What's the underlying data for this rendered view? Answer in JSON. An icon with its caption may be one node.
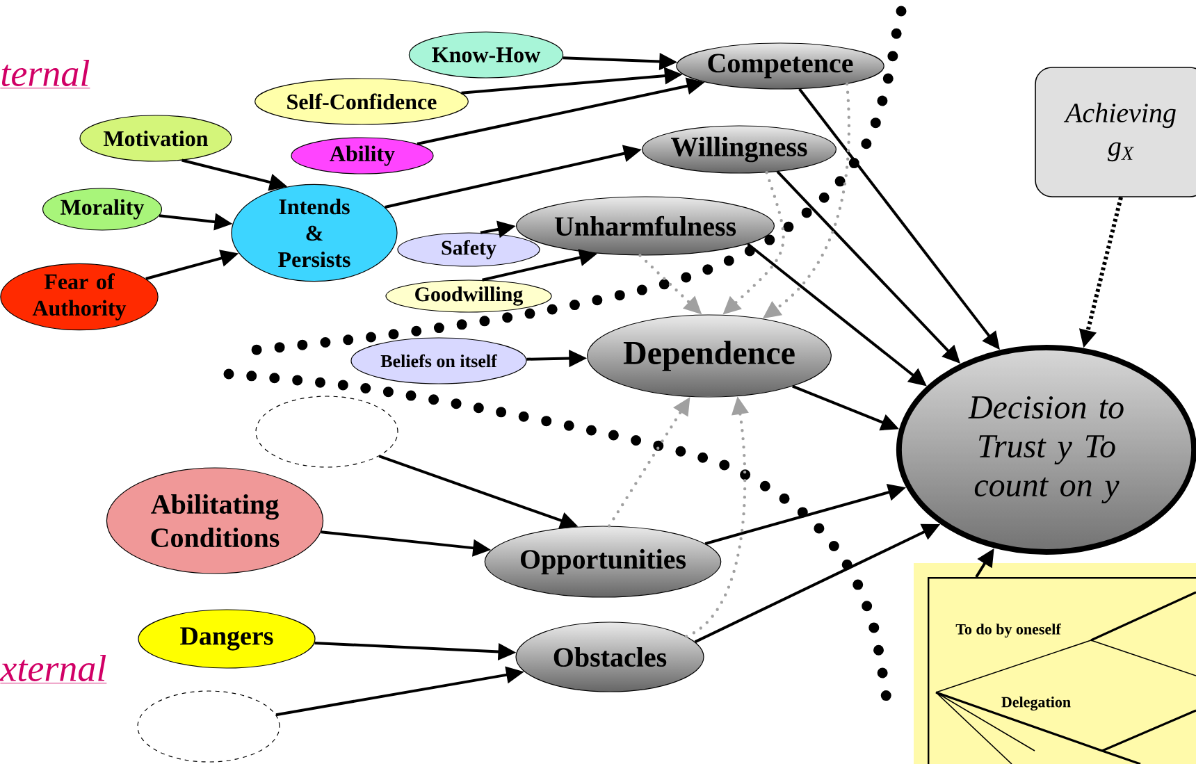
{
  "diagram": {
    "nodes": [
      {
        "text": [
          "Know-How"
        ]
      },
      {
        "text": [
          "Self-Confidence"
        ]
      },
      {
        "text": [
          "Competence"
        ]
      },
      {
        "text": [
          "Motivation"
        ]
      },
      {
        "text": [
          "Ability"
        ]
      },
      {
        "text": [
          "Willingness"
        ]
      },
      {
        "text": [
          "Morality"
        ]
      },
      {
        "text": [
          "Intends & Persists"
        ]
      },
      {
        "text": [
          "Safety"
        ]
      },
      {
        "text": [
          "Unharmfulness"
        ]
      },
      {
        "text": [
          "Fear of Authority"
        ]
      },
      {
        "text": [
          "Goodwilling"
        ]
      },
      {
        "text": [
          "Beliefs on itself"
        ]
      },
      {
        "text": [
          "Dependence"
        ]
      },
      {
        "text": [
          "Decision to Trust y To count on y"
        ]
      },
      {
        "text": [
          "Achieving g$_{X}$"
        ]
      },
      {
        "text": [],
        "shape": "ellipse"
      },
      {
        "text": [
          "Abilitating Conditions"
        ]
      },
      {
        "text": [
          "Opportunities"
        ]
      },
      {
        "text": [
          "Dangers"
        ]
      },
      {
        "text": [
          "Obstacles"
        ]
      },
      {
        "text": [],
        "shape": "ellipse"
      },
      {
        "text": [
          "To do by oneself",
          "Delegation"
        ]
      }
    ],
    "edges": [
      {
        "from": 0,
        "to": 2,
        "arrow": "to"
      },
      {
        "from": 1,
        "to": 2,
        "arrow": "to"
      },
      {
        "from": 4,
        "to": 2,
        "arrow": "to"
      },
      {
        "from": 3,
        "to": 7,
        "arrow": "to"
      },
      {
        "from": 6,
        "to": 7,
        "arrow": "to"
      },
      {
        "from": 10,
        "to": 7,
        "arrow": "to"
      },
      {
        "from": 7,
        "to": 5,
        "arrow": "to"
      },
      {
        "from": 8,
        "to": 9,
        "arrow": "to"
      },
      {
        "from": 11,
        "to": 9,
        "arrow": "to"
      },
      {
        "from": 12,
        "to": 13,
        "arrow": "to"
      },
      {
        "from": 2,
        "to": 14,
        "arrow": "to"
      },
      {
        "from": 5,
        "to": 14,
        "arrow": "to"
      },
      {
        "from": 9,
        "to": 14,
        "arrow": "to"
      },
      {
        "from": 13,
        "to": 14,
        "arrow": "to"
      },
      {
        "from": 18,
        "to": 14,
        "arrow": "to"
      },
      {
        "from": 20,
        "to": 14,
        "arrow": "to"
      },
      {
        "from": 15,
        "to": 14,
        "arrow": "to",
        "style": "dashed"
      },
      {
        "from": 22,
        "to": 14,
        "arrow": "to"
      },
      {
        "from": 16,
        "to": 18,
        "arrow": "to"
      },
      {
        "from": 17,
        "to": 18,
        "arrow": "to"
      },
      {
        "from": 19,
        "to": 20,
        "arrow": "to"
      },
      {
        "from": 21,
        "to": 20,
        "arrow": "to"
      },
      {
        "from": 9,
        "to": 13,
        "arrow": "to",
        "style": "dashed",
        "color": "#a0a0a0"
      },
      {
        "from": 5,
        "to": 13,
        "arrow": "to",
        "style": "dashed",
        "color": "#a0a0a0"
      },
      {
        "from": 2,
        "to": 13,
        "arrow": "to",
        "style": "dashed",
        "color": "#a0a0a0"
      },
      {
        "from": 18,
        "to": 13,
        "arrow": "to",
        "style": "dashed",
        "color": "#a0a0a0"
      },
      {
        "from": 20,
        "to": 13,
        "arrow": "to",
        "style": "dashed",
        "color": "#a0a0a0"
      }
    ],
    "labels": [
      "ternal",
      "xternal"
    ]
  }
}
